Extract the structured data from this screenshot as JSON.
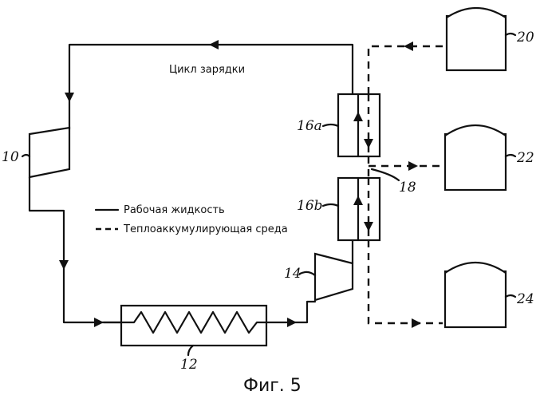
{
  "title": "Цикл зарядки",
  "caption": "Фиг. 5",
  "legend": {
    "solid": "Рабочая жидкость",
    "dashed": "Теплоаккумулирующая среда"
  },
  "refs": {
    "compressor_a": "10",
    "heat_exchanger": "12",
    "compressor_b": "14",
    "hx_upper": "16a",
    "hx_lower": "16b",
    "pipe": "18",
    "tank_top": "20",
    "tank_mid": "22",
    "tank_bottom": "24"
  }
}
